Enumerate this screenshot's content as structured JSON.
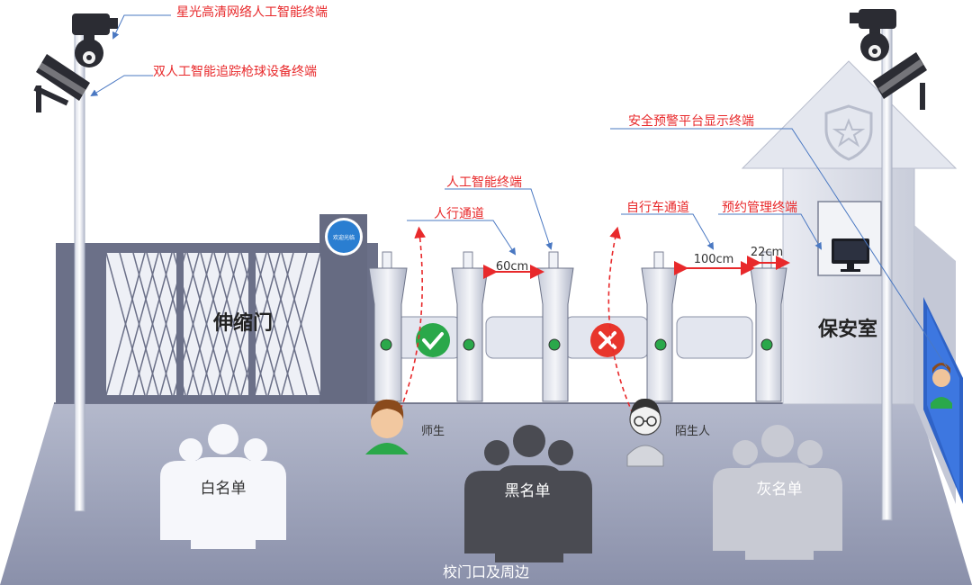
{
  "labels": {
    "starlight_terminal": "星光高清网络人工智能终端",
    "dual_ai_terminal": "双人工智能追踪枪球设备终端",
    "security_platform": "安全预警平台显示终端",
    "ai_terminal": "人工智能终端",
    "pedestrian_channel": "人行通道",
    "bicycle_channel": "自行车通道",
    "reservation_terminal": "预约管理终端",
    "gap_60": "60cm",
    "gap_100": "100cm",
    "gap_22": "22cm",
    "retractable_gate": "伸缩门",
    "guard_room": "保安室",
    "welcome_sign": "欢迎光临",
    "teacher_student": "师生",
    "stranger": "陌生人",
    "whitelist": "白名单",
    "blacklist": "黑名单",
    "greylist": "灰名单",
    "ground_caption": "校门口及周边"
  },
  "colors": {
    "label_red": "#e8292b",
    "leader_blue": "#4a78c2",
    "ground": "#9aa0b8",
    "gate_gray": "#6b7088",
    "allow_green": "#2aa84a",
    "deny_red": "#e8362c"
  }
}
